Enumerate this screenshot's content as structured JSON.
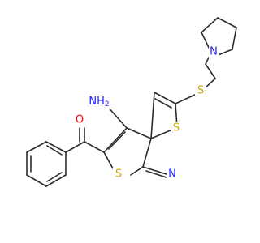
{
  "molecule": {
    "colors": {
      "bond": "#2b2b2b",
      "carbon_text": "#000000",
      "nitrogen": "#2020ff",
      "oxygen": "#ff0000",
      "sulfur": "#c8a800"
    },
    "labels": {
      "oxygen": "O",
      "amino": "NH",
      "amino_subscript": "2",
      "sulfur_thioether": "S",
      "sulfur_ring_top": "S",
      "sulfur_thiophene": "S",
      "nitrogen_ring": "N",
      "nitrogen_pyrrolidine": "N"
    }
  }
}
